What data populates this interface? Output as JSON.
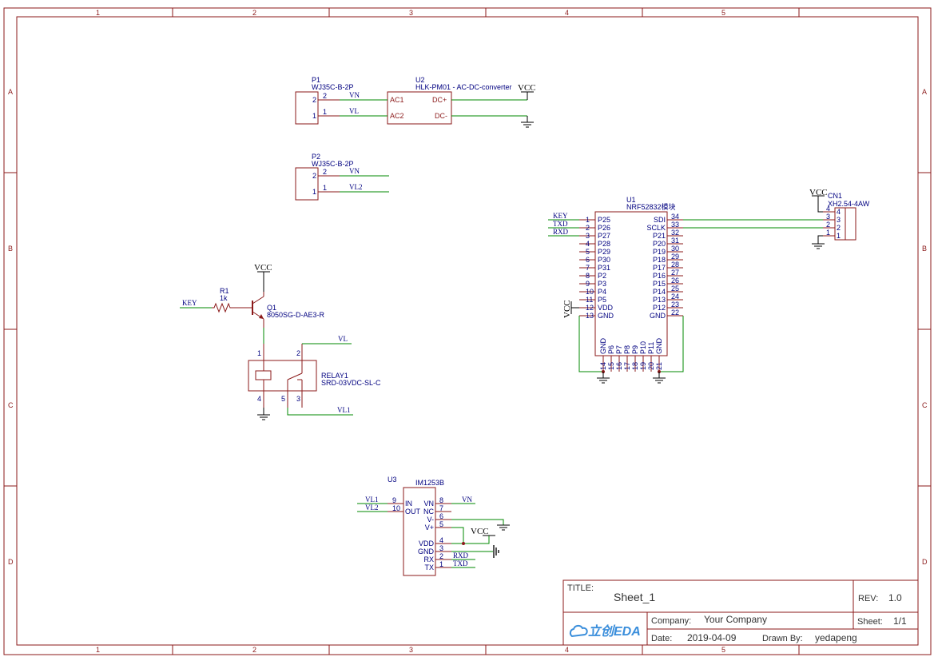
{
  "frame": {
    "columns": [
      "1",
      "2",
      "3",
      "4",
      "5"
    ],
    "rows": [
      "A",
      "B",
      "C",
      "D"
    ]
  },
  "p1": {
    "ref": "P1",
    "value": "WJ35C-B-2P"
  },
  "p2": {
    "ref": "P2",
    "value": "WJ35C-B-2P"
  },
  "u2": {
    "ref": "U2",
    "value": "HLK-PM01 - AC-DC-converter",
    "pins": {
      "ac1": "AC1",
      "ac2": "AC2",
      "dcp": "DC+",
      "dcm": "DC-"
    }
  },
  "u1": {
    "ref": "U1",
    "value": "NRF52832模块",
    "left_pins": [
      [
        "1",
        "P25"
      ],
      [
        "2",
        "P26"
      ],
      [
        "3",
        "P27"
      ],
      [
        "4",
        "P28"
      ],
      [
        "5",
        "P29"
      ],
      [
        "6",
        "P30"
      ],
      [
        "7",
        "P31"
      ],
      [
        "8",
        "P2"
      ],
      [
        "9",
        "P3"
      ],
      [
        "10",
        "P4"
      ],
      [
        "11",
        "P5"
      ],
      [
        "12",
        "VDD"
      ],
      [
        "13",
        "GND"
      ]
    ],
    "right_pins": [
      [
        "34",
        "SDI"
      ],
      [
        "33",
        "SCLK"
      ],
      [
        "32",
        "P21"
      ],
      [
        "31",
        "P20"
      ],
      [
        "30",
        "P19"
      ],
      [
        "29",
        "P18"
      ],
      [
        "28",
        "P17"
      ],
      [
        "27",
        "P16"
      ],
      [
        "26",
        "P15"
      ],
      [
        "25",
        "P14"
      ],
      [
        "24",
        "P13"
      ],
      [
        "23",
        "P12"
      ],
      [
        "22",
        "GND"
      ]
    ],
    "bottom_pins": [
      [
        "14",
        "GND"
      ],
      [
        "15",
        "P6"
      ],
      [
        "16",
        "P7"
      ],
      [
        "17",
        "P8"
      ],
      [
        "18",
        "P9"
      ],
      [
        "19",
        "P10"
      ],
      [
        "20",
        "P11"
      ],
      [
        "21",
        "GND"
      ]
    ]
  },
  "cn1": {
    "ref": "CN1",
    "value": "XH2.54-4AW",
    "pins": [
      "4",
      "3",
      "2",
      "1"
    ]
  },
  "r1": {
    "ref": "R1",
    "value": "1k"
  },
  "q1": {
    "ref": "Q1",
    "value": "8050SG-D-AE3-R"
  },
  "relay1": {
    "ref": "RELAY1",
    "value": "SRD-03VDC-SL-C",
    "pins": {
      "p1": "1",
      "p2": "2",
      "p3": "3",
      "p4": "4",
      "p5": "5"
    }
  },
  "u3": {
    "ref": "U3",
    "value": "IM1253B",
    "left_pins": [
      [
        "9",
        "IN"
      ],
      [
        "10",
        "OUT"
      ]
    ],
    "right_pins": [
      [
        "8",
        "VN"
      ],
      [
        "7",
        "NC"
      ],
      [
        "6",
        "V-"
      ],
      [
        "5",
        "V+"
      ],
      [
        "4",
        "VDD"
      ],
      [
        "3",
        "GND"
      ],
      [
        "2",
        "RX"
      ],
      [
        "1",
        "TX"
      ]
    ]
  },
  "nets": {
    "vn": "VN",
    "vl": "VL",
    "vl1": "VL1",
    "vl2": "VL2",
    "vcc": "VCC",
    "key": "KEY",
    "txd": "TXD",
    "rxd": "RXD"
  },
  "pin_numbers": {
    "p1_2": "2",
    "p1_1": "1",
    "p2_2": "2",
    "p2_1": "1"
  },
  "title_block": {
    "title_label": "TITLE:",
    "title_value": "Sheet_1",
    "rev_label": "REV:",
    "rev_value": "1.0",
    "company_label": "Company:",
    "company_value": "Your Company",
    "sheet_label": "Sheet:",
    "sheet_value": "1/1",
    "date_label": "Date:",
    "date_value": "2019-04-09",
    "drawn_label": "Drawn By:",
    "drawn_value": "yedapeng",
    "logo_text": "立创EDA"
  }
}
